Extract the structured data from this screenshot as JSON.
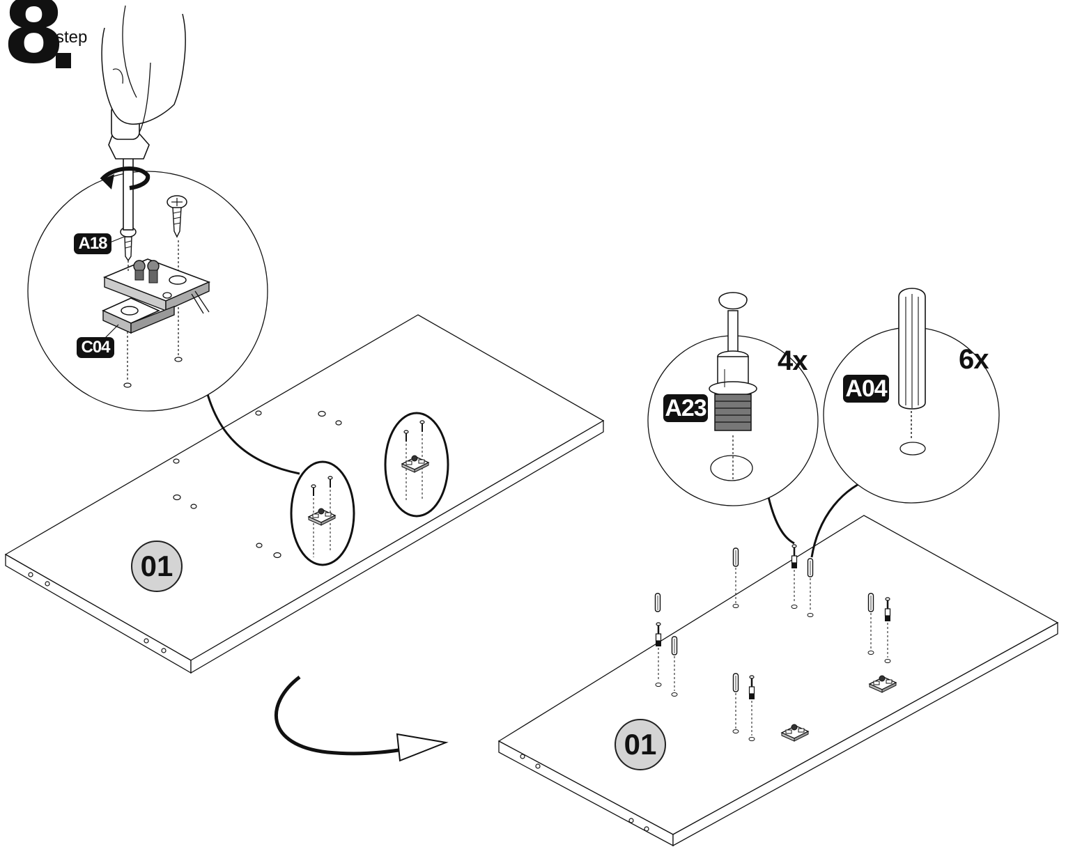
{
  "step": {
    "number": "8",
    "label": "step"
  },
  "parts": {
    "screw": {
      "code": "A18"
    },
    "hinge_plate": {
      "code": "C04"
    },
    "cam_bolt": {
      "code": "A23",
      "quantity": "4x"
    },
    "dowel": {
      "code": "A04",
      "quantity": "6x"
    }
  },
  "panels": {
    "left": "01",
    "right": "01"
  },
  "colors": {
    "ink": "#111111",
    "badge_fill": "#d4d4d4",
    "background": "#ffffff"
  }
}
